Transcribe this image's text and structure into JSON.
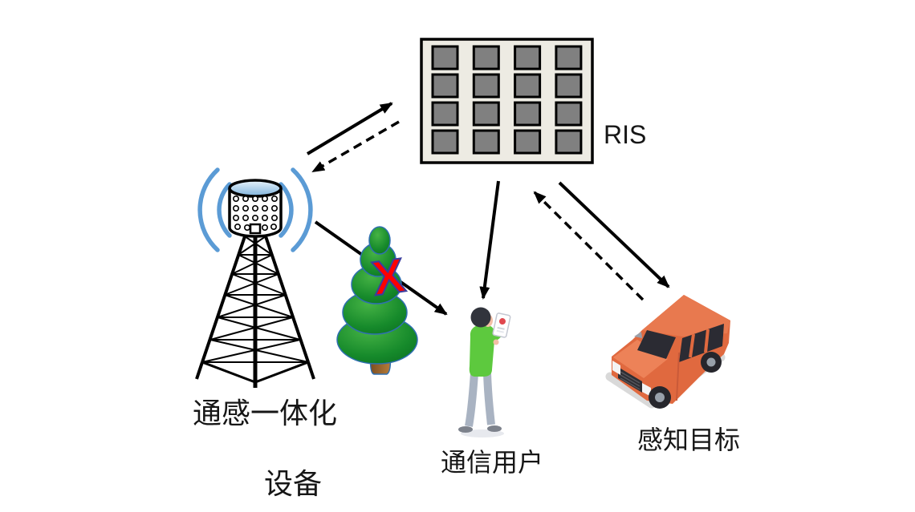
{
  "labels": {
    "ris": "RIS",
    "base_station_line1": "通感一体化",
    "base_station_line2": "设备",
    "comm_user": "通信用户",
    "sensing_target": "感知目标",
    "blocked_marker": "X"
  },
  "colors": {
    "wave_blue": "#5B9BD5",
    "jacket_green": "#5DC93E",
    "pants_gray": "#A9B3C2",
    "car_orange": "#E0693F",
    "ris_element_gray": "#808080",
    "blocked_red": "#FF0000",
    "panel_bg": "#EDEBE3"
  },
  "ris_panel": {
    "rows": 4,
    "cols": 4
  },
  "links": [
    {
      "from": "base-station",
      "to": "ris",
      "style": "solid"
    },
    {
      "from": "ris",
      "to": "base-station",
      "style": "dashed"
    },
    {
      "from": "base-station",
      "to": "comm-user",
      "style": "solid",
      "state": "blocked-by-tree"
    },
    {
      "from": "ris",
      "to": "comm-user",
      "style": "solid"
    },
    {
      "from": "ris",
      "to": "sensing-target",
      "style": "solid"
    },
    {
      "from": "sensing-target",
      "to": "ris",
      "style": "dashed"
    }
  ]
}
